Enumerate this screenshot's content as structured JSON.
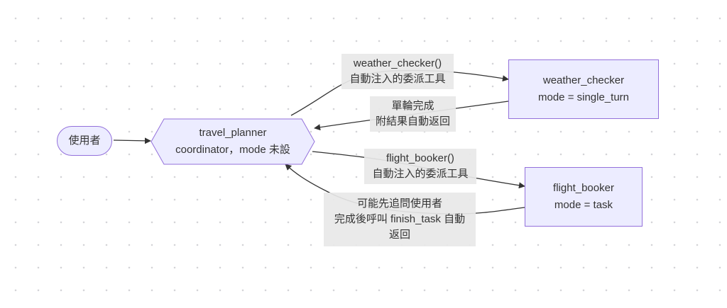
{
  "nodes": {
    "user": {
      "label": "使用者"
    },
    "travel_planner": {
      "line1": "travel_planner",
      "line2": "coordinator，mode 未設"
    },
    "weather_checker": {
      "line1": "weather_checker",
      "line2": "mode = single_turn"
    },
    "flight_booker": {
      "line1": "flight_booker",
      "line2": "mode = task"
    }
  },
  "edges": {
    "to_weather": {
      "line1": "weather_checker()",
      "line2": "自動注入的委派工具"
    },
    "from_weather": {
      "line1": "單輪完成",
      "line2": "附結果自動返回"
    },
    "to_flight": {
      "line1": "flight_booker()",
      "line2": "自動注入的委派工具"
    },
    "from_flight": {
      "line1": "可能先追問使用者",
      "line2": "完成後呼叫 finish_task 自動",
      "line3": "返回"
    }
  },
  "colors": {
    "node_fill": "#ececff",
    "node_stroke": "#9370db",
    "edge": "#333333",
    "label_bg": "#e8e8e8"
  }
}
